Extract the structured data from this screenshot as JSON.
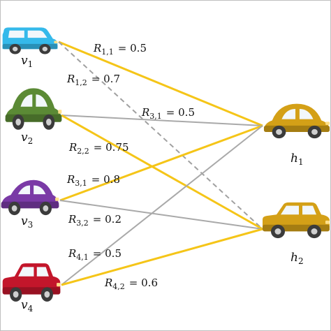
{
  "vehicles_v": [
    {
      "id": "v1",
      "label": "v",
      "sub": "1",
      "color": "#35b9ea"
    },
    {
      "id": "v2",
      "label": "v",
      "sub": "2",
      "color": "#5b8a35"
    },
    {
      "id": "v3",
      "label": "v",
      "sub": "3",
      "color": "#7a3aa6"
    },
    {
      "id": "v4",
      "label": "v",
      "sub": "4",
      "color": "#c3162b"
    }
  ],
  "vehicles_h": [
    {
      "id": "h1",
      "label": "h",
      "sub": "1",
      "color": "#d4a017"
    },
    {
      "id": "h2",
      "label": "h",
      "sub": "2",
      "color": "#d4a017"
    }
  ],
  "links": [
    {
      "from": "v1",
      "to": "h1",
      "style": "gold"
    },
    {
      "from": "v1",
      "to": "h2",
      "style": "dashed"
    },
    {
      "from": "v2",
      "to": "h1",
      "style": "gray"
    },
    {
      "from": "v2",
      "to": "h2",
      "style": "gold"
    },
    {
      "from": "v3",
      "to": "h1",
      "style": "gold"
    },
    {
      "from": "v3",
      "to": "h2",
      "style": "gray"
    },
    {
      "from": "v4",
      "to": "h1",
      "style": "gray"
    },
    {
      "from": "v4",
      "to": "h2",
      "style": "gold"
    }
  ],
  "labels": [
    {
      "r": "R",
      "sub": "1,1",
      "val": "= 0.5"
    },
    {
      "r": "R",
      "sub": "1,2",
      "val": "= 0.7"
    },
    {
      "r": "R",
      "sub": "3,1",
      "val": "= 0.5"
    },
    {
      "r": "R",
      "sub": "2,2",
      "val": "= 0.75"
    },
    {
      "r": "R",
      "sub": "3,1",
      "val": "= 0.8"
    },
    {
      "r": "R",
      "sub": "3,2",
      "val": "= 0.2"
    },
    {
      "r": "R",
      "sub": "4,1",
      "val": "= 0.5"
    },
    {
      "r": "R",
      "sub": "4,2",
      "val": "= 0.6"
    }
  ],
  "colors": {
    "gold": "#f5c518",
    "gray": "#a9a9a9",
    "dashed": "#a0a0a0",
    "border": "#bfbfbf"
  }
}
